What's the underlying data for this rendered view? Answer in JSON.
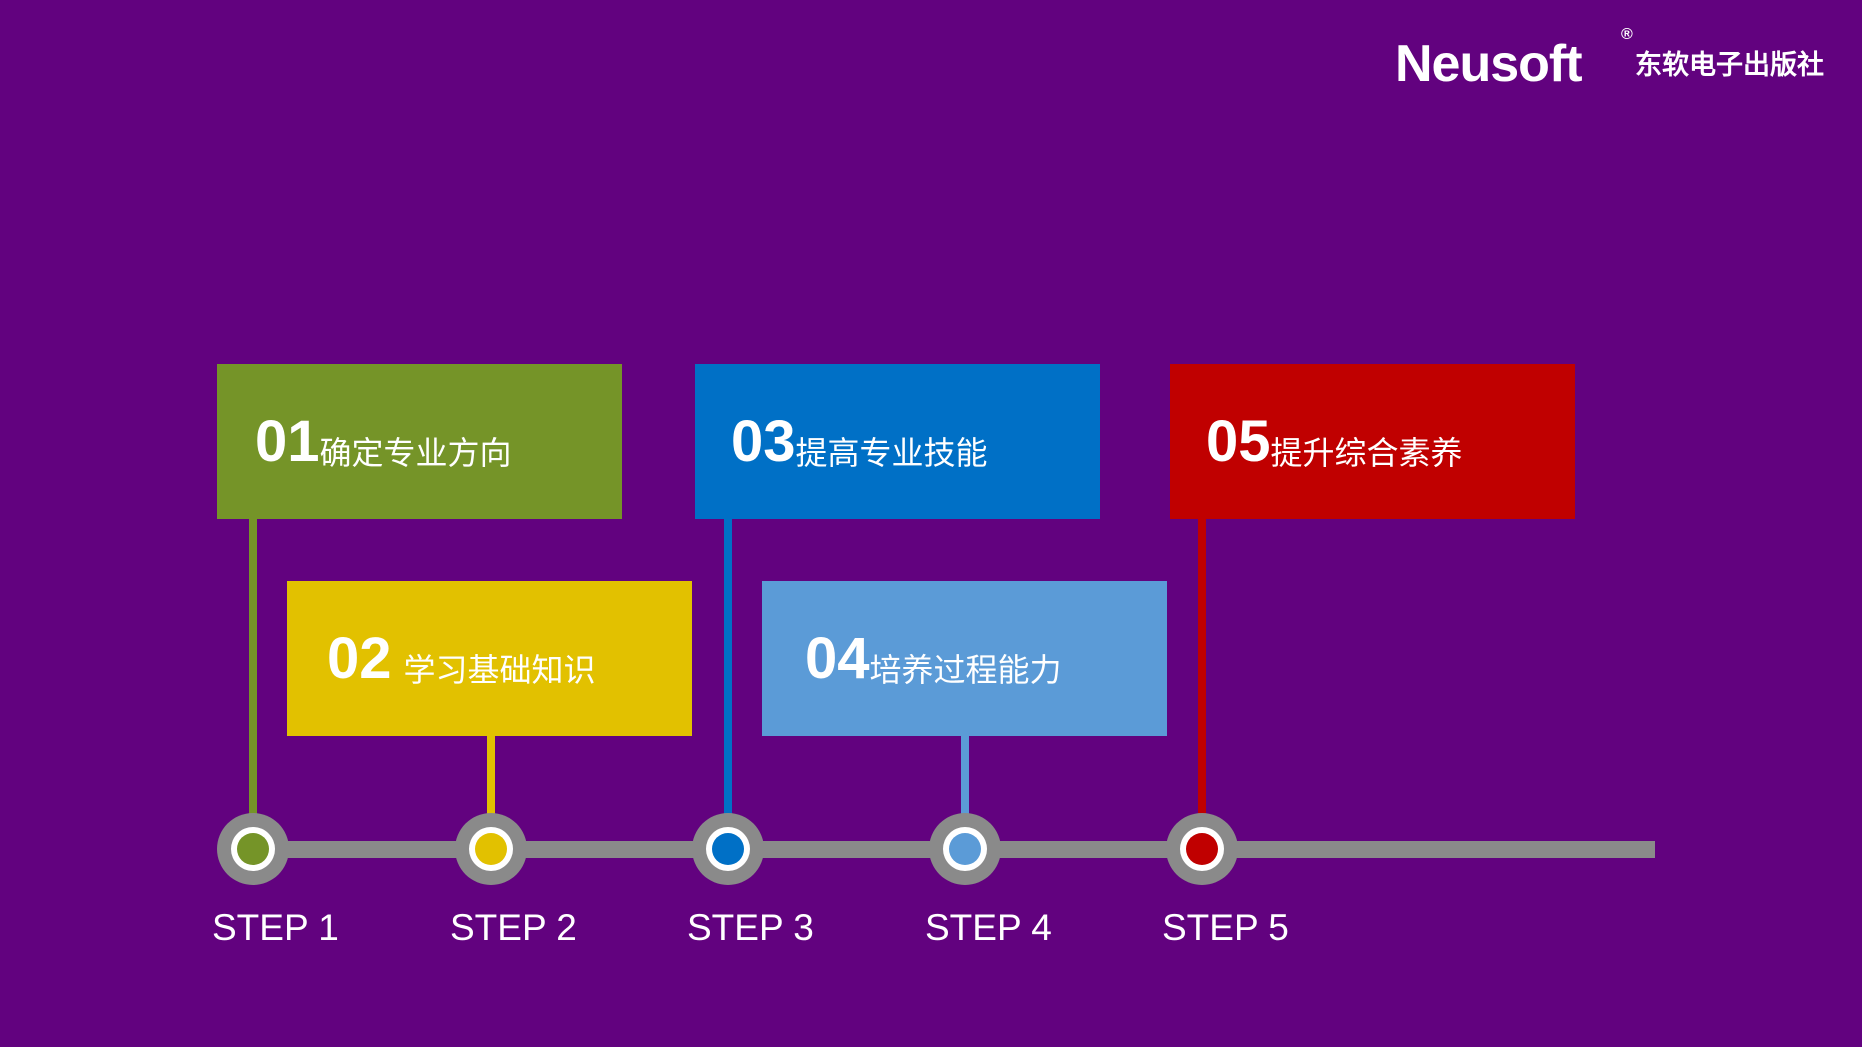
{
  "logo": {
    "wordmark": "Neusoft",
    "registered": "®",
    "publisher": "东软电子出版社"
  },
  "colors": {
    "background": "#62027f",
    "timeline": "#8a8a8a",
    "step1": "#759428",
    "step2": "#e2c100",
    "step3": "#0070c6",
    "step4": "#5b9bd7",
    "step5": "#c00000"
  },
  "steps": [
    {
      "label": "STEP 1",
      "number": "01",
      "text": "确定专业方向"
    },
    {
      "label": "STEP 2",
      "number": "02",
      "text": "学习基础知识"
    },
    {
      "label": "STEP 3",
      "number": "03",
      "text": "提高专业技能"
    },
    {
      "label": "STEP 4",
      "number": "04",
      "text": "培养过程能力"
    },
    {
      "label": "STEP 5",
      "number": "05",
      "text": "提升综合素养"
    }
  ]
}
